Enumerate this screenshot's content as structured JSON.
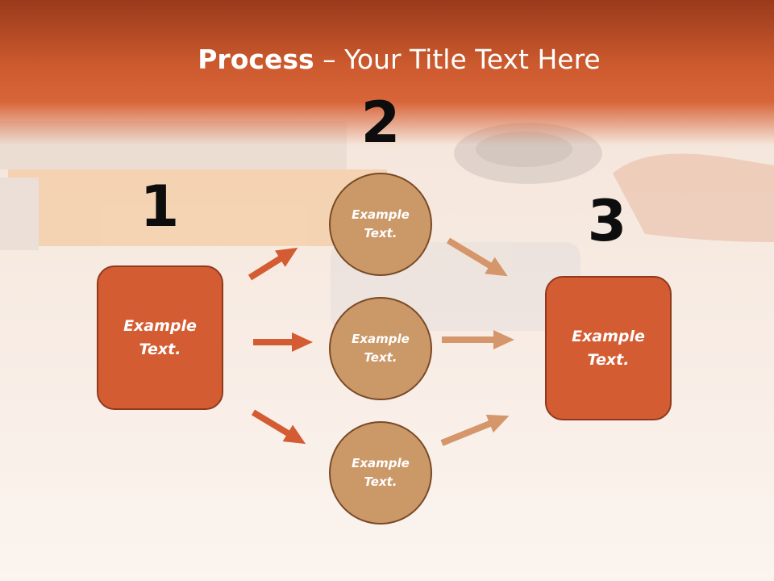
{
  "title": {
    "bold": "Process",
    "rest": " – Your Title Text Here"
  },
  "steps": [
    {
      "number": "1",
      "text": "Example Text."
    },
    {
      "number": "2",
      "items": [
        "Example Text.",
        "Example Text.",
        "Example Text."
      ]
    },
    {
      "number": "3",
      "text": "Example Text."
    }
  ],
  "colors": {
    "header": "#c85a2f",
    "box_fill": "#d45c33",
    "box_border": "#8f3a1f",
    "circle_fill": "#cb9868",
    "circle_border": "#7a4a26",
    "arrow_left": "#d45c33",
    "arrow_right": "#d4966a"
  }
}
